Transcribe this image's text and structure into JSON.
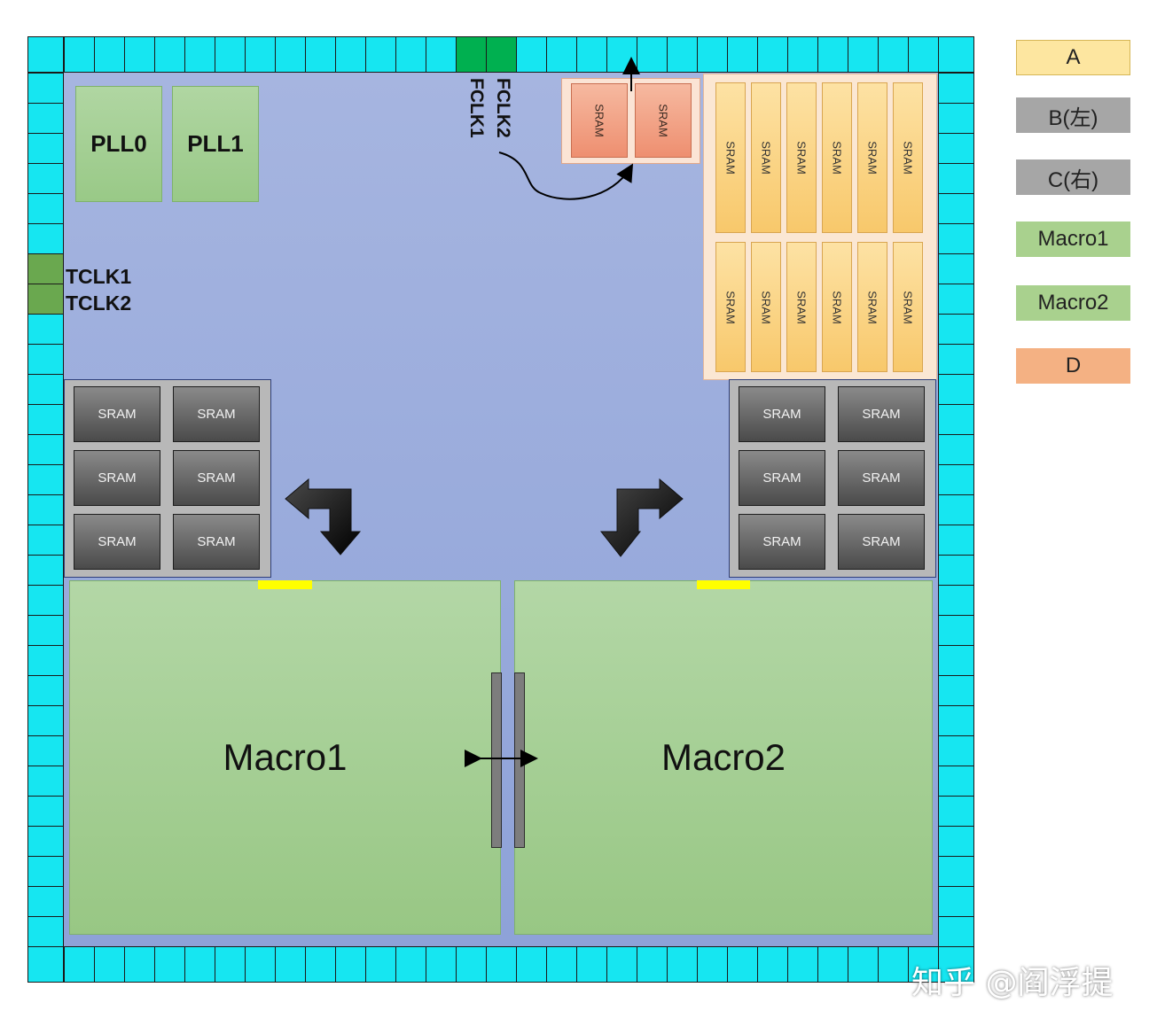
{
  "pll": [
    "PLL0",
    "PLL1"
  ],
  "tclk": [
    "TCLK1",
    "TCLK2"
  ],
  "fclk": [
    "FCLK1",
    "FCLK2"
  ],
  "sram_label": "SRAM",
  "macros": [
    "Macro1",
    "Macro2"
  ],
  "legend": [
    {
      "label": "A",
      "color": "#fde6a0"
    },
    {
      "label": "B(左)",
      "color": "#a6a6a6"
    },
    {
      "label": "C(右)",
      "color": "#a6a6a6"
    },
    {
      "label": "Macro1",
      "color": "#a9d18e"
    },
    {
      "label": "Macro2",
      "color": "#a9d18e"
    },
    {
      "label": "D",
      "color": "#f4b183"
    }
  ],
  "watermark": "知乎 @阎浮提",
  "colors": {
    "io_pad": "#16e6f1",
    "core": "#a6b5e0",
    "fclk_pad": "#00b050",
    "tclk_pad": "#6aa84f",
    "pin": "#ffff00"
  }
}
